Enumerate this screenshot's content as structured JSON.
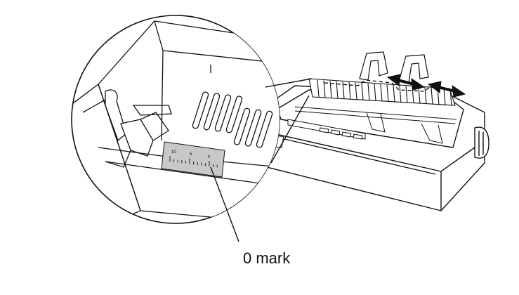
{
  "figure": {
    "callout_label": "0 mark",
    "scale_labels": [
      "10",
      "5",
      "0"
    ]
  }
}
